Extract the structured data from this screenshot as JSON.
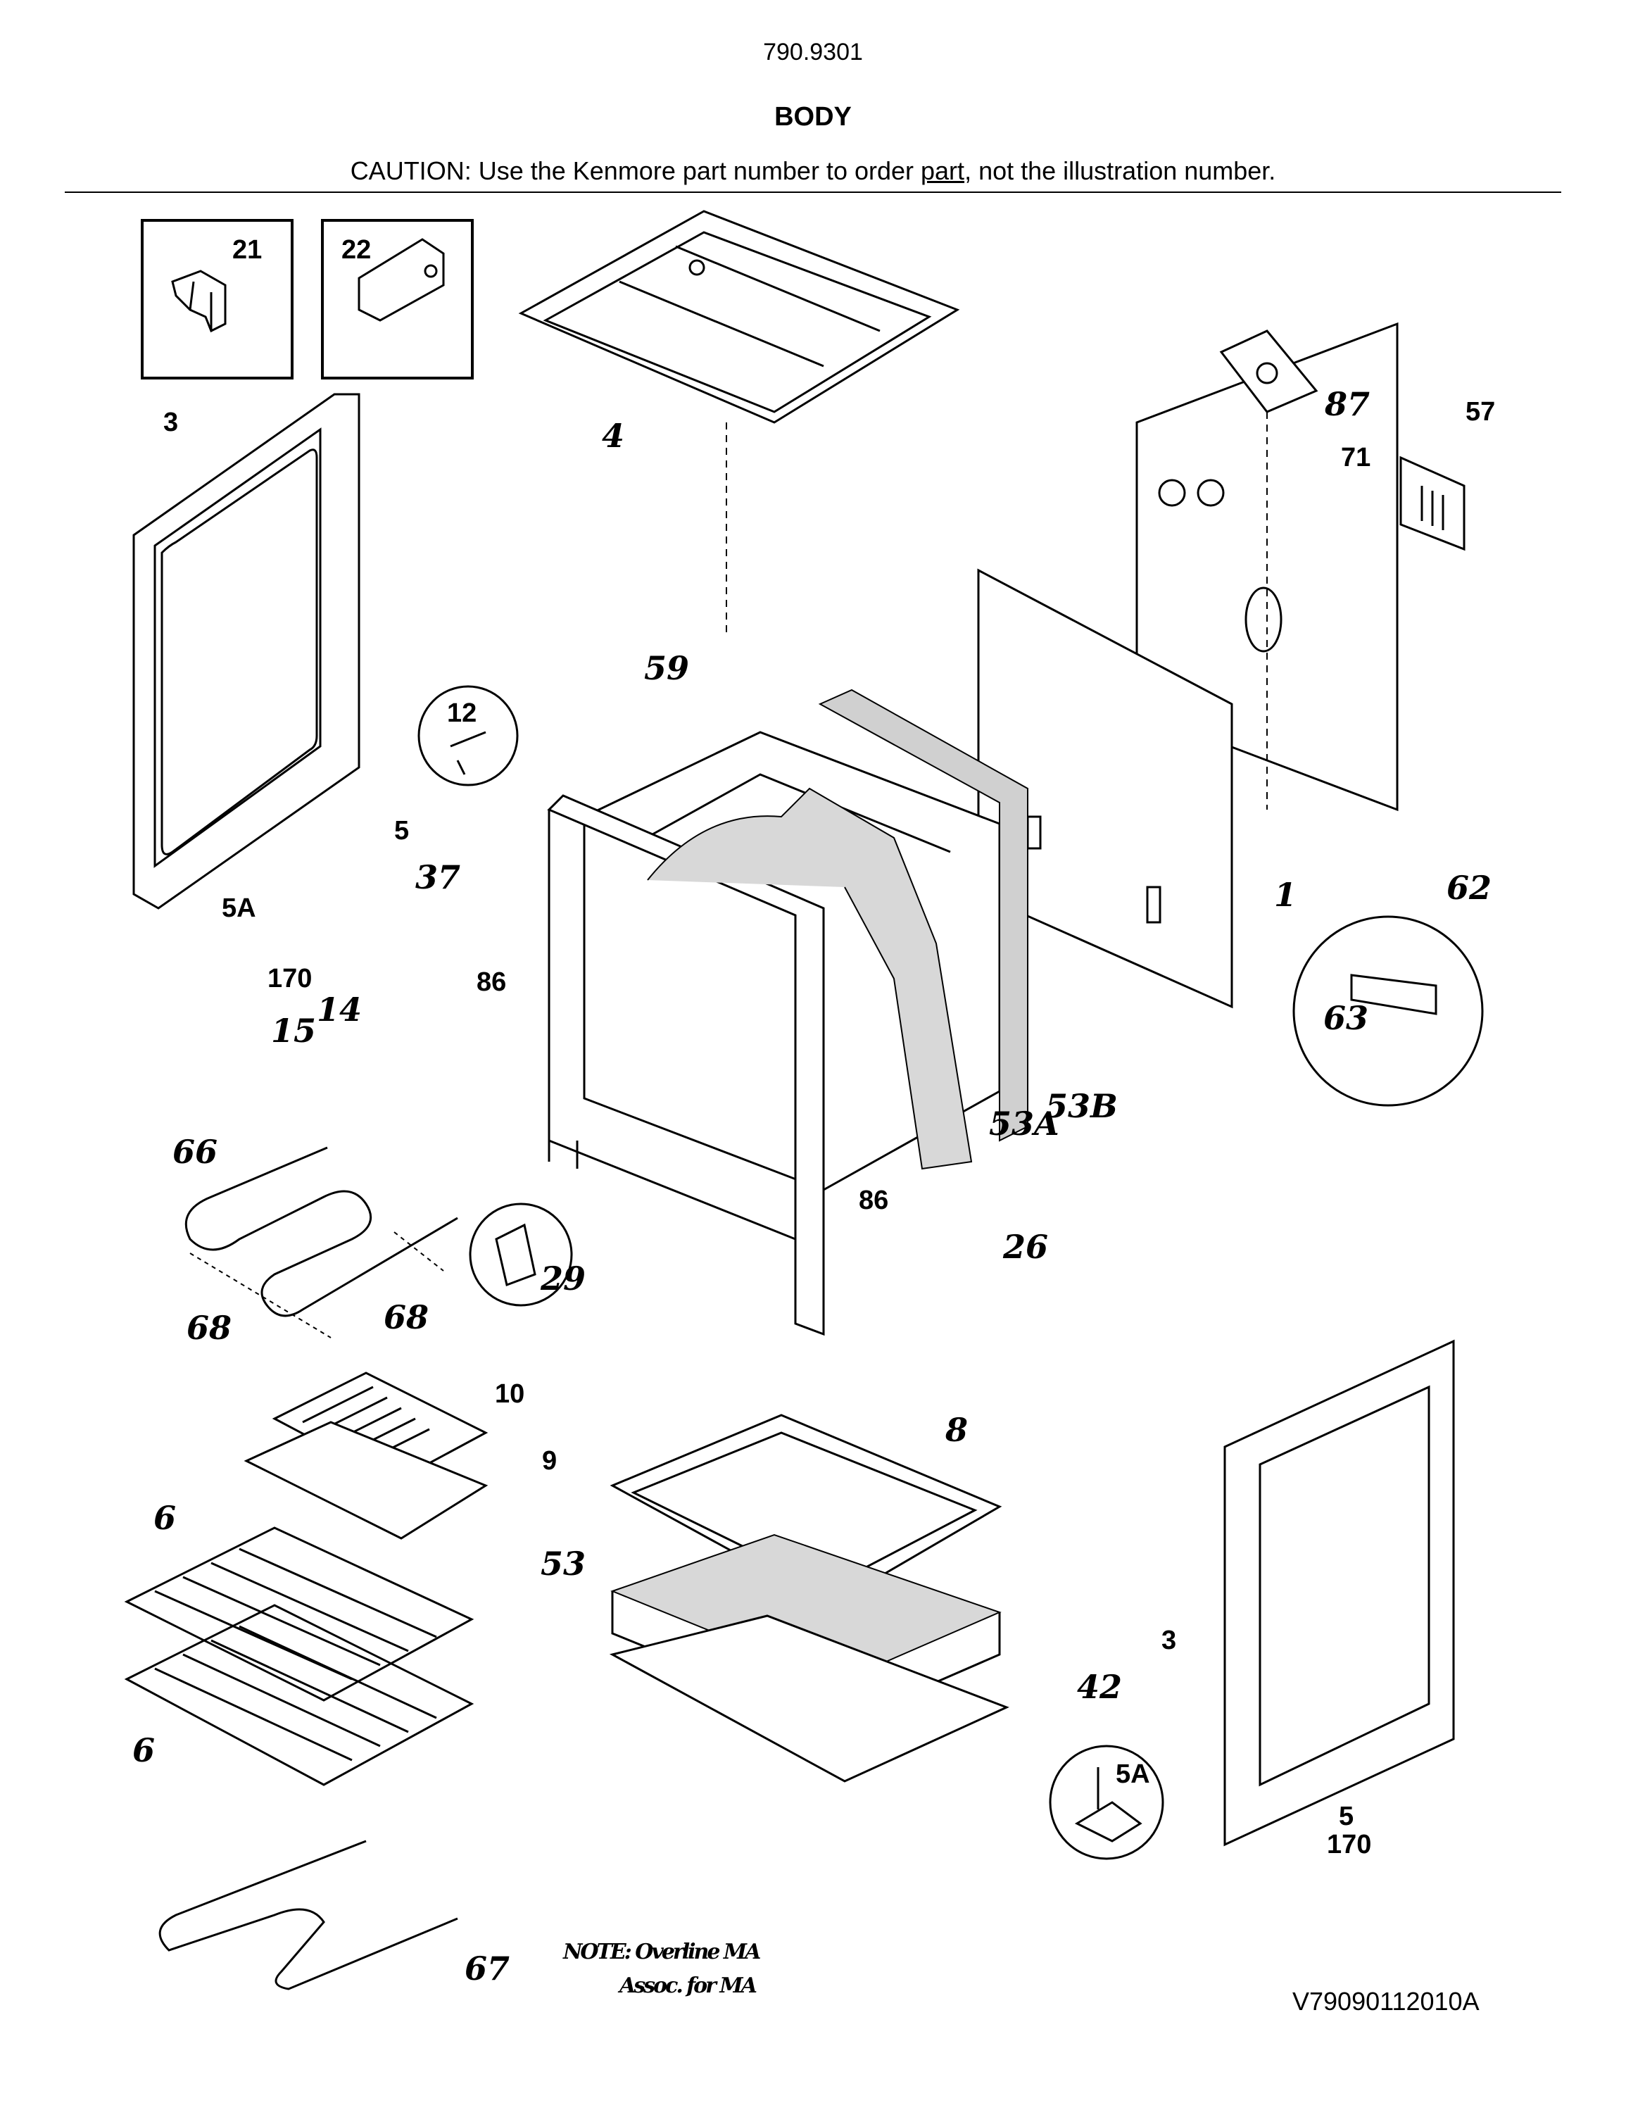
{
  "header": {
    "model": "790.9301",
    "title": "BODY",
    "caution_before": "CAUTION: Use the Kenmore part number to order ",
    "caution_part": "part",
    "caution_after": ", not the illustration number."
  },
  "footer": {
    "diagram_id": "V79090112010A",
    "note_line1": "NOTE: Overline MA",
    "note_line2": "Assoc. for MA"
  },
  "callouts": {
    "p21": "21",
    "p22": "22",
    "p3_left": "3",
    "p4": "4",
    "p87": "87",
    "p57": "57",
    "p71": "71",
    "p59": "59",
    "p12": "12",
    "p5_left": "5",
    "p37": "37",
    "p5a_left": "5A",
    "p170_left": "170",
    "p86_upper": "86",
    "p14": "14",
    "p15": "15",
    "p1": "1",
    "p62": "62",
    "p63": "63",
    "p53a": "53A",
    "p53b": "53B",
    "p66": "66",
    "p86_lower": "86",
    "p26": "26",
    "p29": "29",
    "p68_left": "68",
    "p68_right": "68",
    "p10": "10",
    "p9": "9",
    "p8": "8",
    "p6_upper": "6",
    "p53": "53",
    "p42": "42",
    "p3_right": "3",
    "p5a_right": "5A",
    "p6_lower": "6",
    "p5_right": "5",
    "p170_right": "170",
    "p67": "67"
  }
}
